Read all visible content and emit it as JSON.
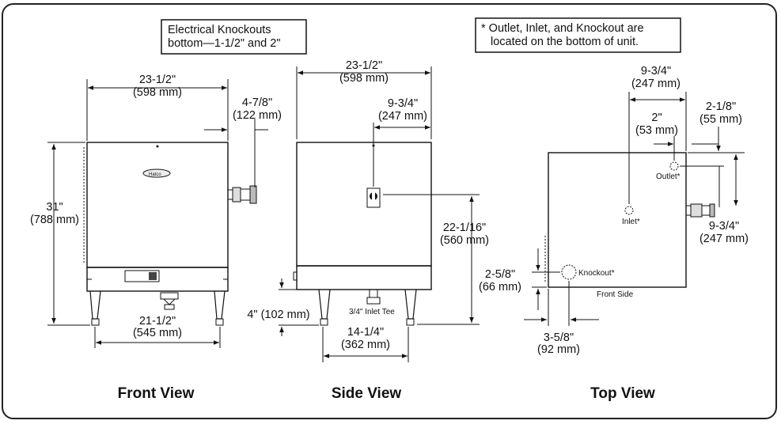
{
  "notes": {
    "knockouts": [
      "Electrical Knockouts",
      "bottom—1-1/2\" and 2\""
    ],
    "bottom": [
      "* Outlet, Inlet, and Knockout are",
      "located on the bottom of unit."
    ]
  },
  "front": {
    "title": "Front View",
    "width": [
      "23-1/2\"",
      "(598 mm)"
    ],
    "side_offset": [
      "4-7/8\"",
      "(122 mm)"
    ],
    "height": [
      "31\"",
      "(788 mm)"
    ],
    "leg_span": [
      "21-1/2\"",
      "(545 mm)"
    ]
  },
  "side": {
    "title": "Side View",
    "width": [
      "23-1/2\"",
      "(598 mm)"
    ],
    "center": [
      "9-3/4\"",
      "(247 mm)"
    ],
    "height": [
      "22-1/16\"",
      "(560 mm)"
    ],
    "leg": "4\" (102 mm)",
    "inlet_label": "3/4\" Inlet Tee",
    "leg_span": [
      "14-1/4\"",
      "(362 mm)"
    ]
  },
  "top": {
    "title": "Top View",
    "inlet_offset": [
      "9-3/4\"",
      "(247 mm)"
    ],
    "outlet_spacing": [
      "2\"",
      "(53 mm)"
    ],
    "outlet_edge": [
      "2-1/8\"",
      "(55 mm)"
    ],
    "outlet_depth": [
      "9-3/4\"",
      "(247 mm)"
    ],
    "knockout_y": [
      "2-5/8\"",
      "(66 mm)"
    ],
    "knockout_x": [
      "3-5/8\"",
      "(92 mm)"
    ],
    "outlet_label": "Outlet*",
    "inlet_label": "Inlet*",
    "knockout_label": "Knockout*",
    "front_side_label": "Front Side"
  }
}
